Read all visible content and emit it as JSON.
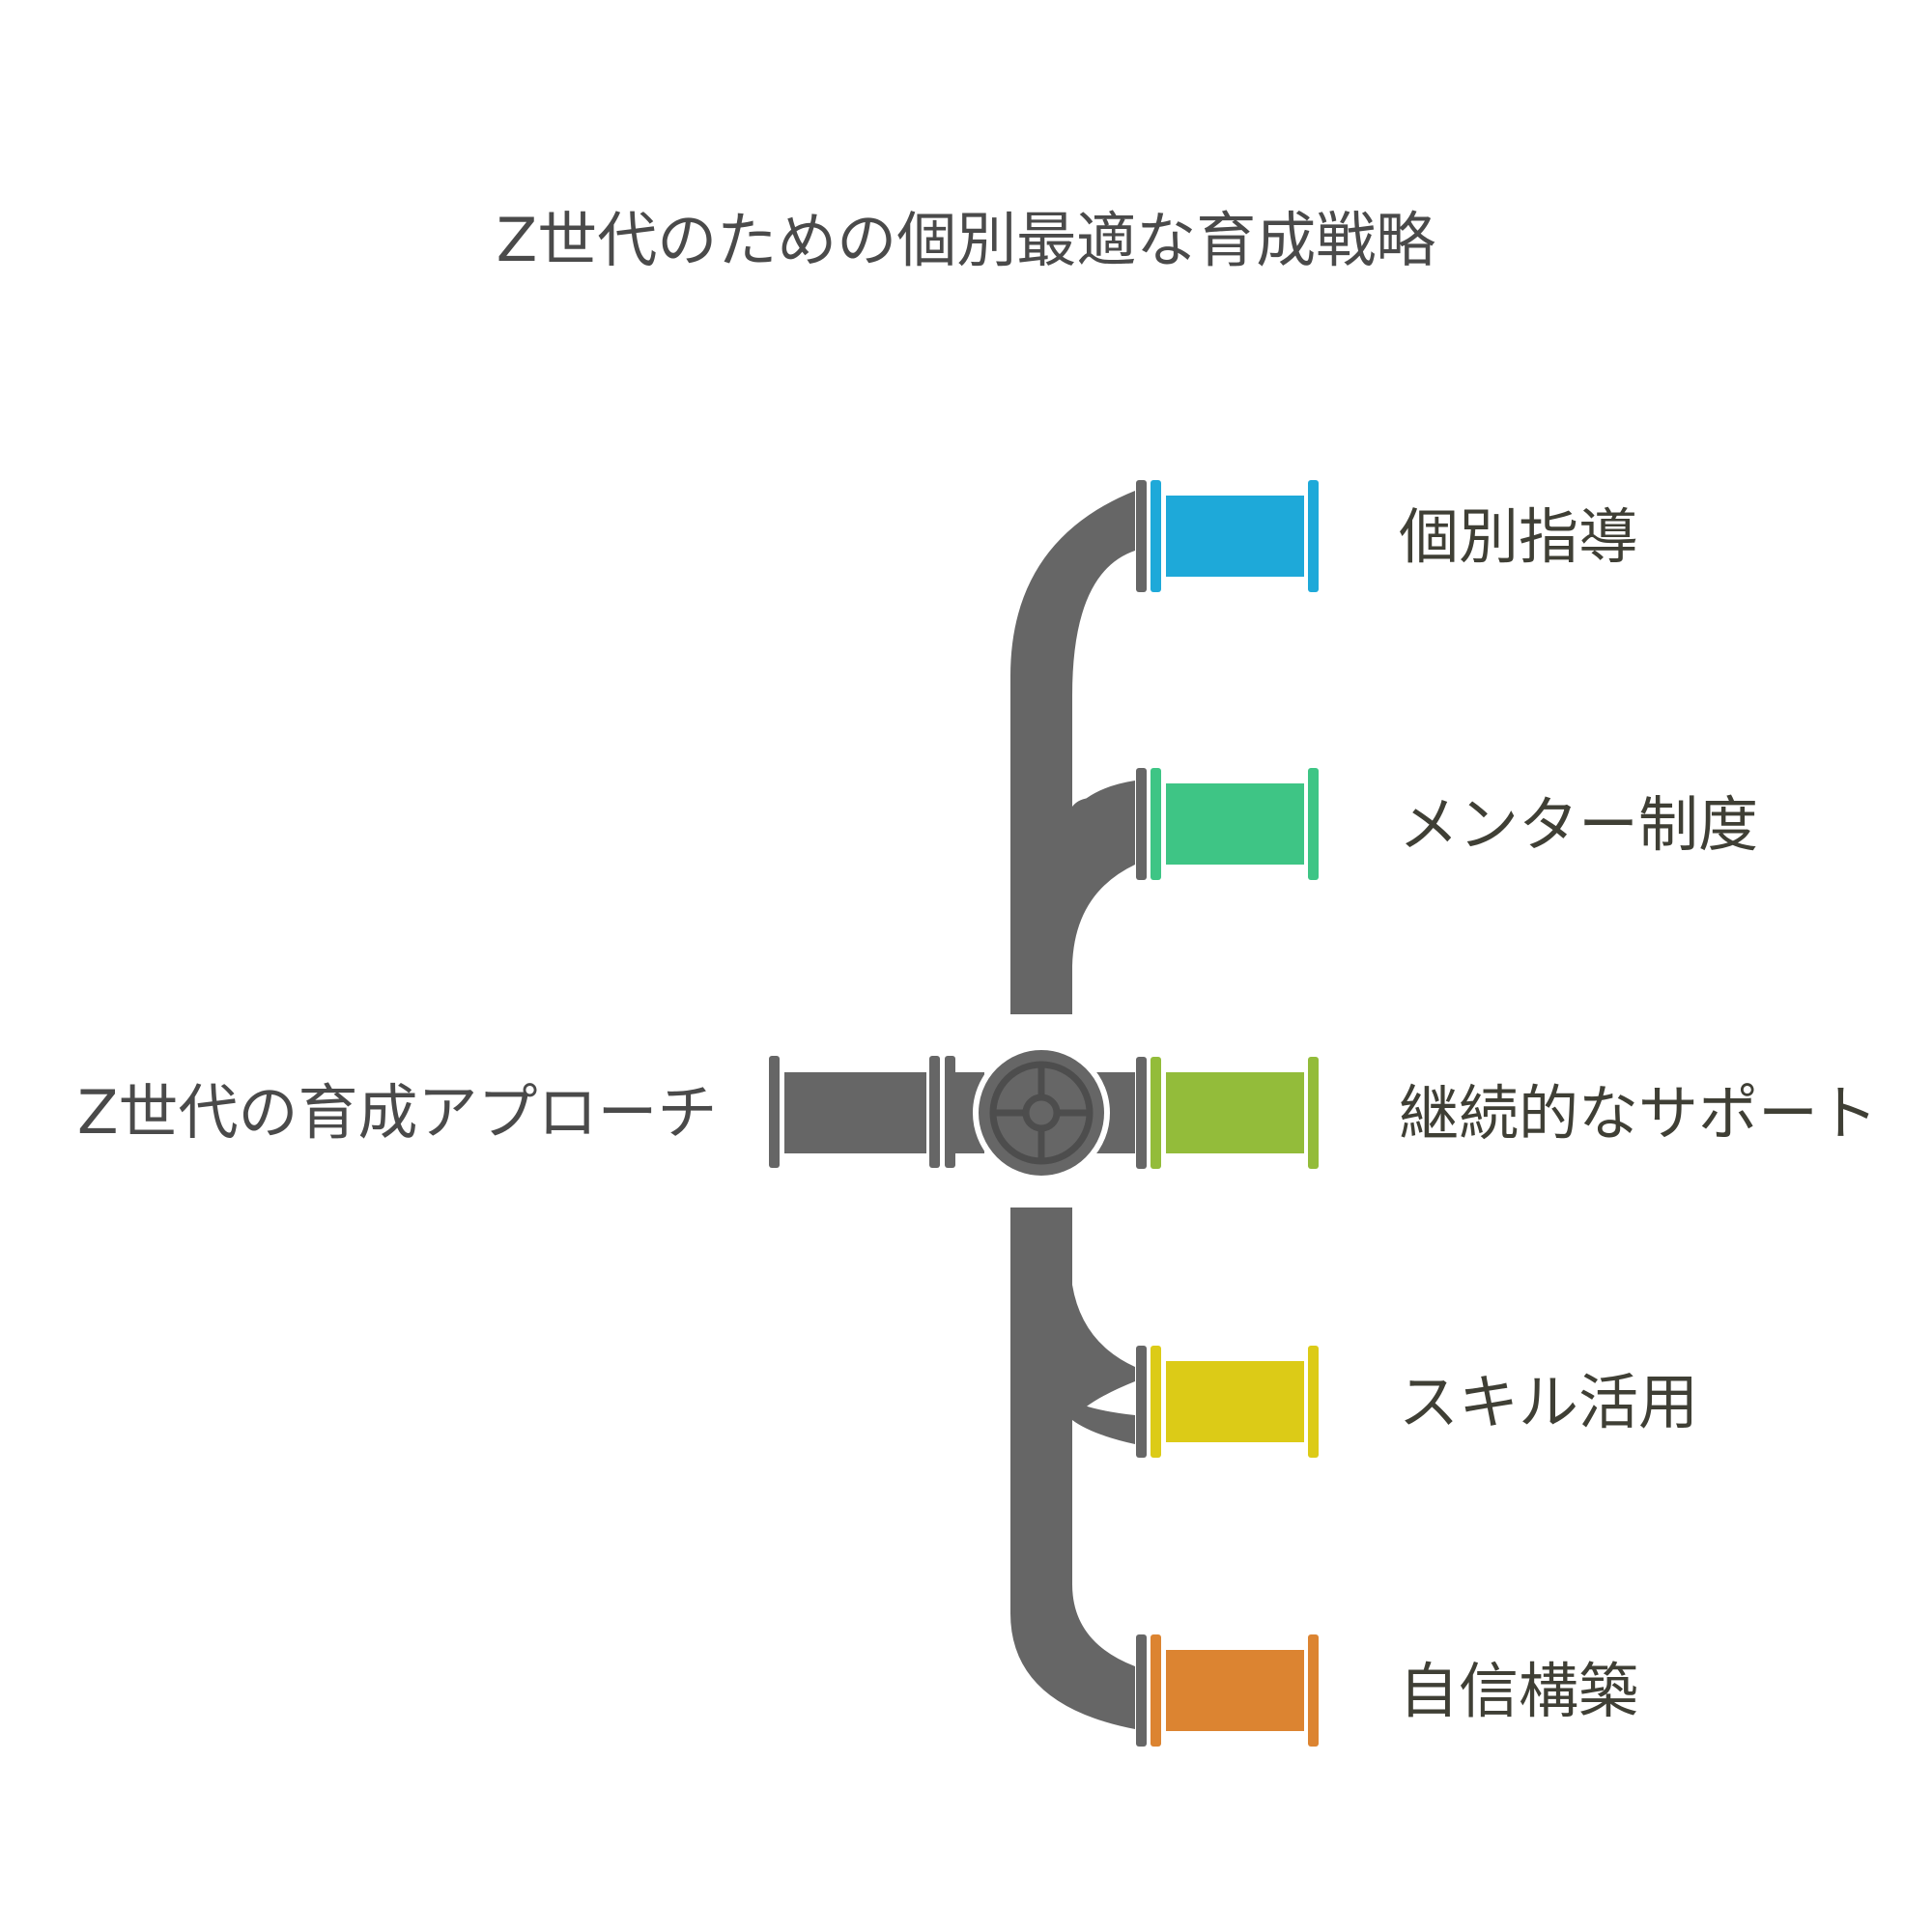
{
  "title": "Z世代のための個別最適な育成戦略",
  "source": {
    "label": "Z世代の育成アプローチ"
  },
  "colors": {
    "pipe": "#666666",
    "valve_ring": "#4d4d4d"
  },
  "branches": [
    {
      "label": "個別指導",
      "color": "#1ea9d9"
    },
    {
      "label": "メンター制度",
      "color": "#3ec585"
    },
    {
      "label": "継続的なサポート",
      "color": "#93bc3a"
    },
    {
      "label": "スキル活用",
      "color": "#dccb17"
    },
    {
      "label": "自信構築",
      "color": "#dc8431"
    }
  ]
}
